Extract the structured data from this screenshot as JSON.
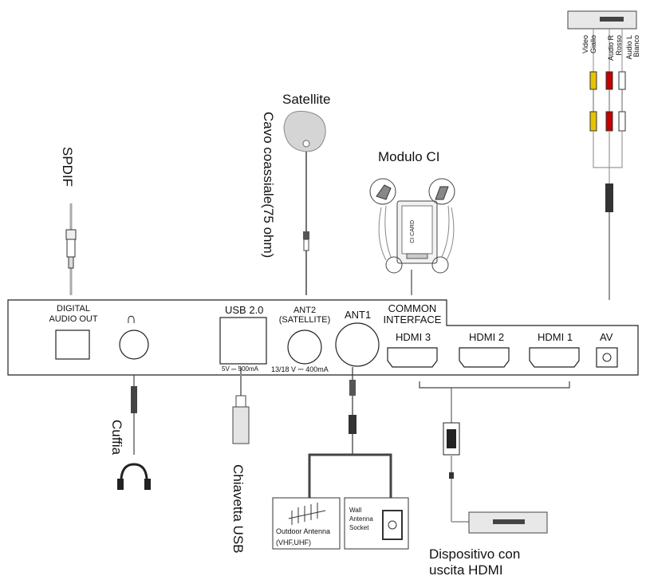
{
  "labels": {
    "spdif": "SPDIF",
    "satellite": "Satellite",
    "coax_cable": "Cavo coassiale(75 ohm)",
    "ci_module": "Modulo CI",
    "ci_card_text": "CI CARD",
    "av_white": "Bianco",
    "av_white_sub": "Audio L",
    "av_red": "Rosso",
    "av_red_sub": "Audio R",
    "av_yellow": "Giallo",
    "av_yellow_sub": "Video",
    "headphones": "Cuffia",
    "usb_stick": "Chiavetta USB",
    "hdmi_device_1": "Dispositivo con",
    "hdmi_device_2": "uscita HDMI"
  },
  "panel": {
    "digital_audio_out_1": "DIGITAL",
    "digital_audio_out_2": "AUDIO OUT",
    "usb": "USB 2.0",
    "usb_power": "5V ⎓ 500mA",
    "ant2_1": "ANT2",
    "ant2_2": "(SATELLITE)",
    "ant2_power": "13/18 V ⎓ 400mA",
    "ant1": "ANT1",
    "common_interface_1": "COMMON",
    "common_interface_2": "INTERFACE",
    "hdmi3": "HDMI 3",
    "hdmi2": "HDMI 2",
    "hdmi1": "HDMI 1",
    "av": "AV"
  },
  "antenna_boxes": {
    "outdoor_1": "Outdoor Antenna",
    "outdoor_2": "(VHF,UHF)",
    "wall_1": "Wall",
    "wall_2": "Antenna",
    "wall_3": "Socket"
  }
}
